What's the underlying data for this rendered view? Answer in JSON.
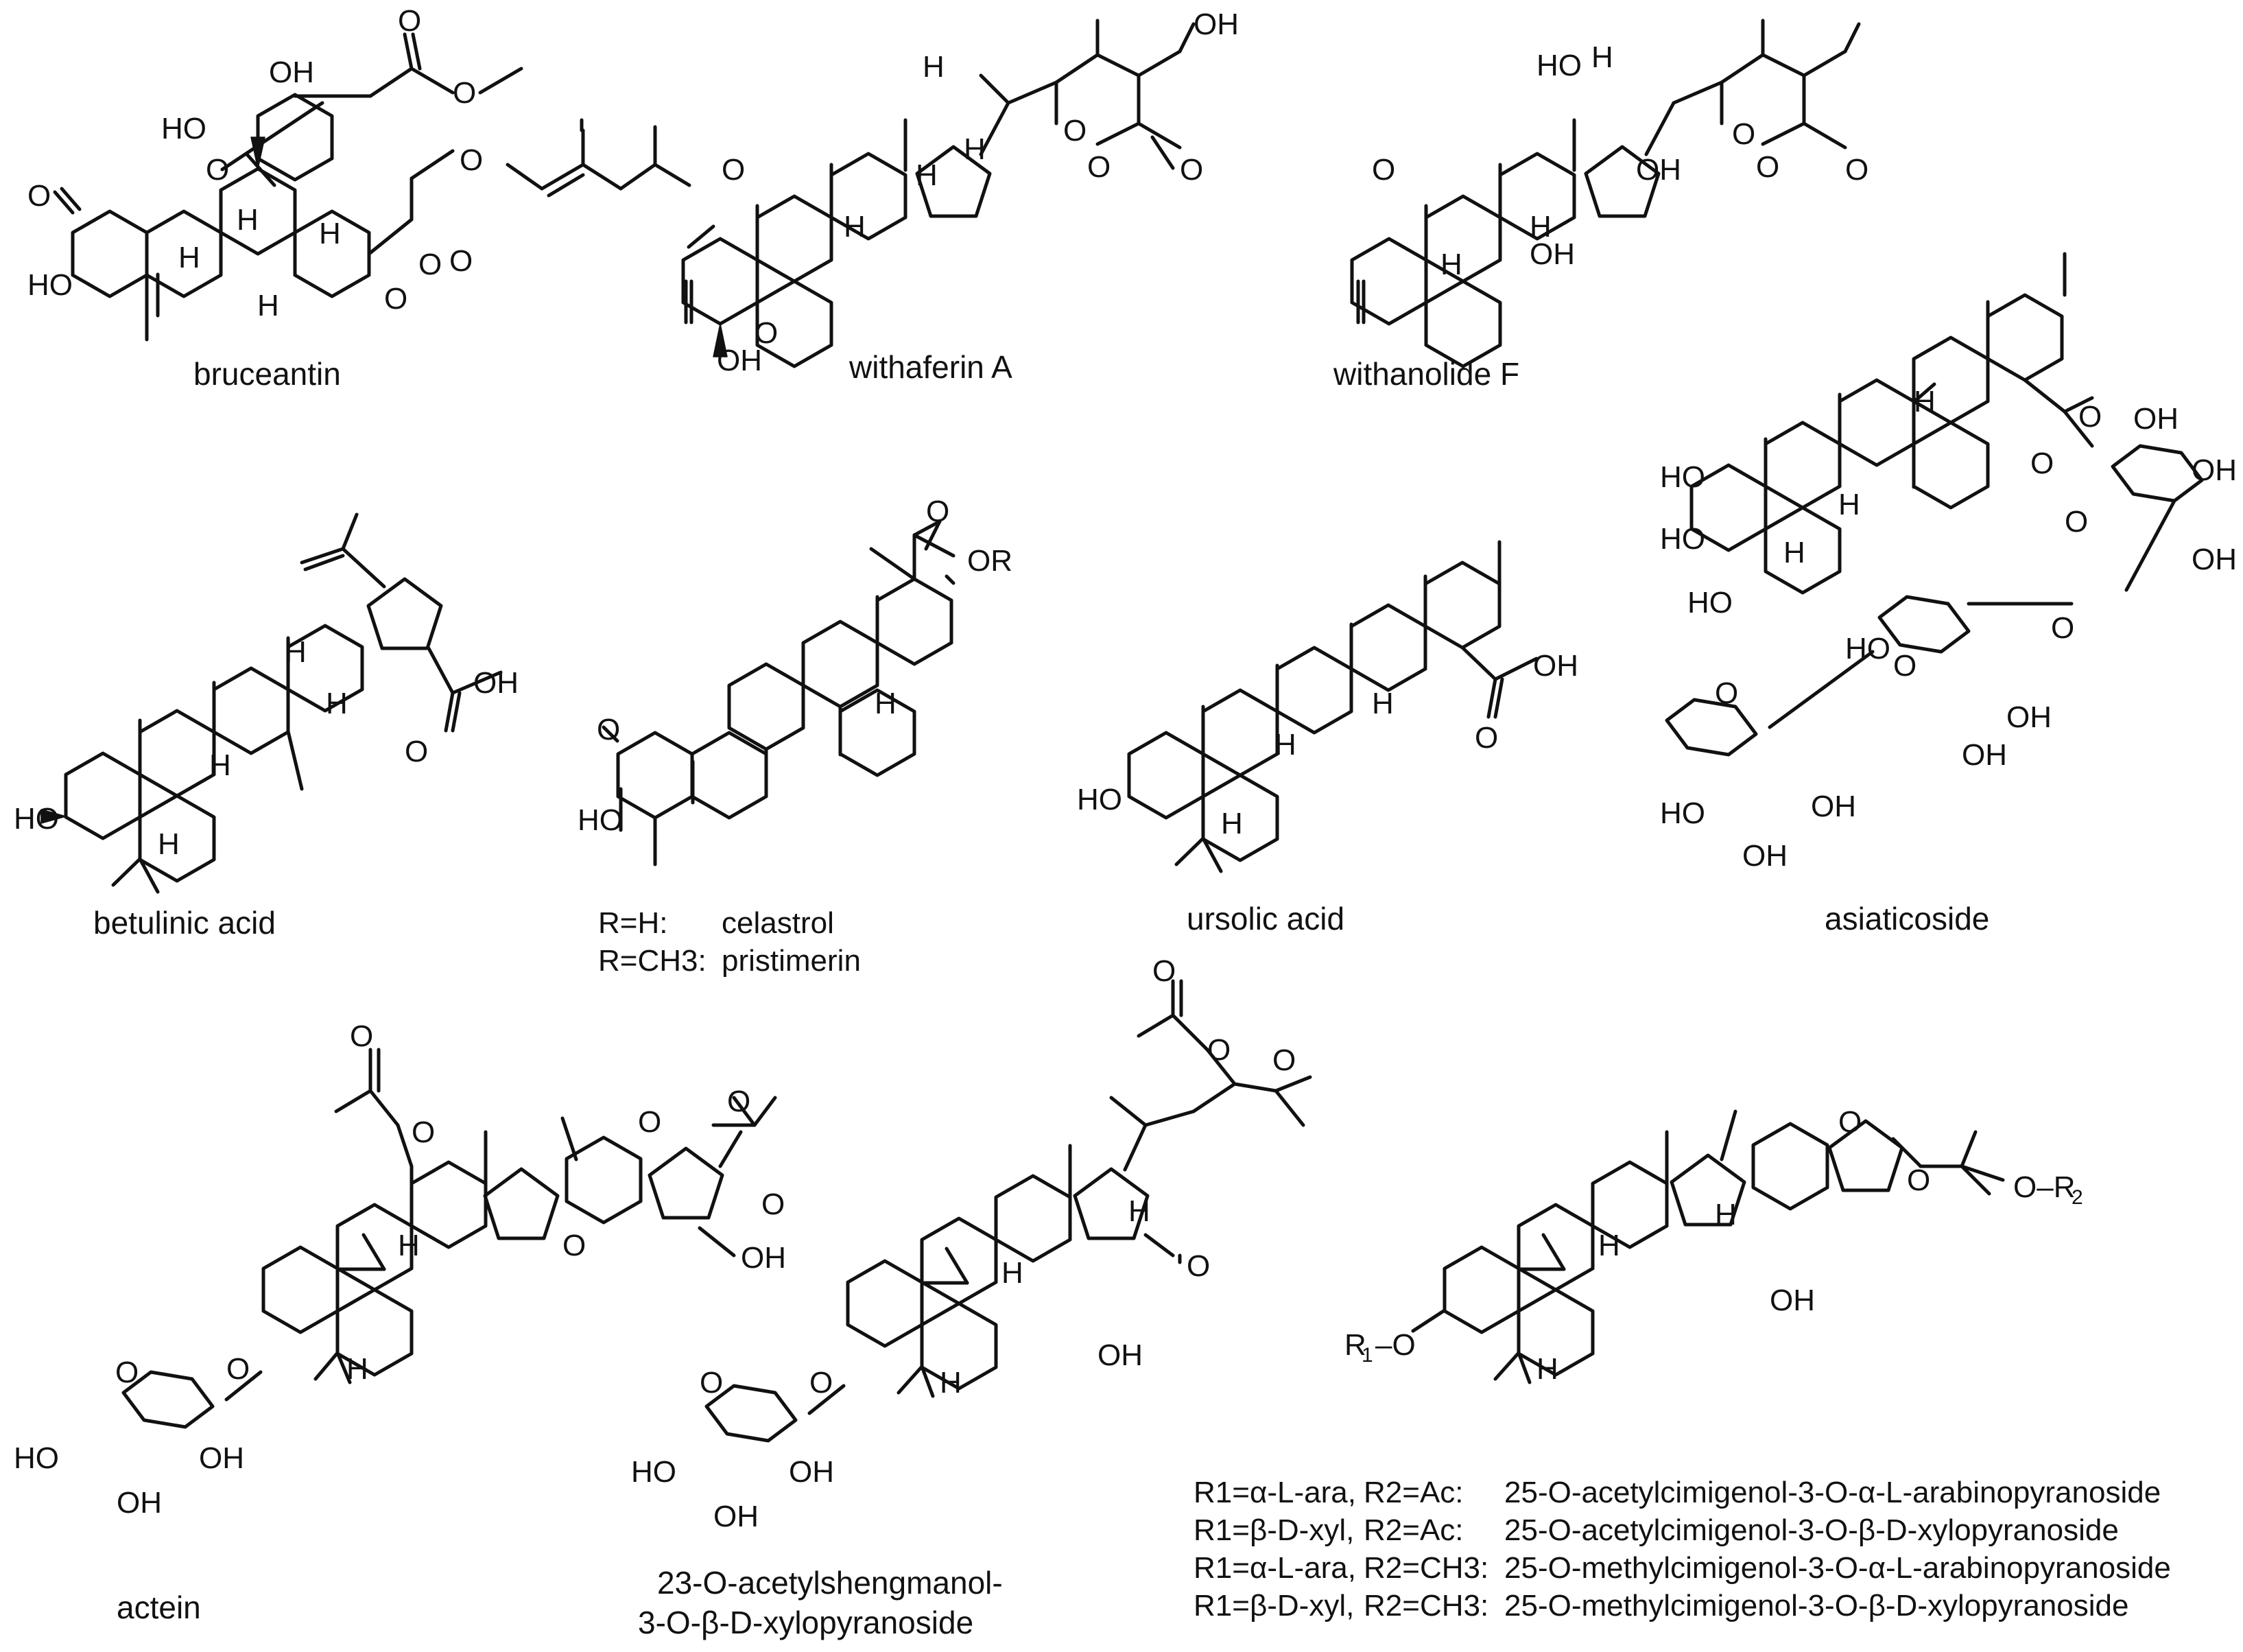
{
  "compounds": {
    "bruceantin": "bruceantin",
    "withaferin_a": "withaferin A",
    "withanolide_f": "withanolide F",
    "betulinic_acid": "betulinic acid",
    "ursolic_acid": "ursolic acid",
    "asiaticoside": "asiaticoside",
    "actein": "actein",
    "acetylshengmanol_line1": "23-O-acetylshengmanol-",
    "acetylshengmanol_line2": "3-O-β-D-xylopyranoside"
  },
  "celastrol_legend": [
    {
      "condition": "R=H:",
      "name": "celastrol"
    },
    {
      "condition": "R=CH3:",
      "name": "pristimerin"
    }
  ],
  "cimigenol_legend": [
    {
      "r1": "R1=α-L-ara,",
      "r2": "R2=Ac:",
      "name": "25-O-acetylcimigenol-3-O-α-L-arabinopyranoside"
    },
    {
      "r1": "R1=β-D-xyl,",
      "r2": "R2=Ac:",
      "name": "25-O-acetylcimigenol-3-O-β-D-xylopyranoside"
    },
    {
      "r1": "R1=α-L-ara,",
      "r2": "R2=CH3:",
      "name": "25-O-methylcimigenol-3-O-α-L-arabinopyranoside"
    },
    {
      "r1": "R1=β-D-xyl,",
      "r2": "R2=CH3:",
      "name": "25-O-methylcimigenol-3-O-β-D-xylopyranoside"
    }
  ],
  "atom_labels": {
    "OH": "OH",
    "HO": "HO",
    "H": "H",
    "O": "O",
    "OR": "OR",
    "R1O": "R1–O",
    "OR2": "O–R2"
  }
}
